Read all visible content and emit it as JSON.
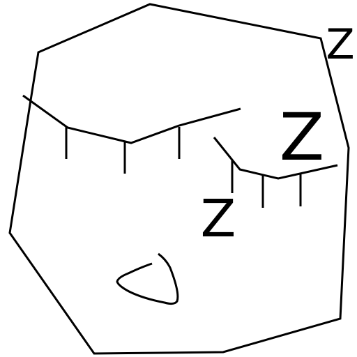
{
  "drawing": {
    "stroke_color": "#000000",
    "background_color": "#ffffff",
    "sleep_letters": [
      "Z",
      "Z",
      "Z"
    ]
  }
}
